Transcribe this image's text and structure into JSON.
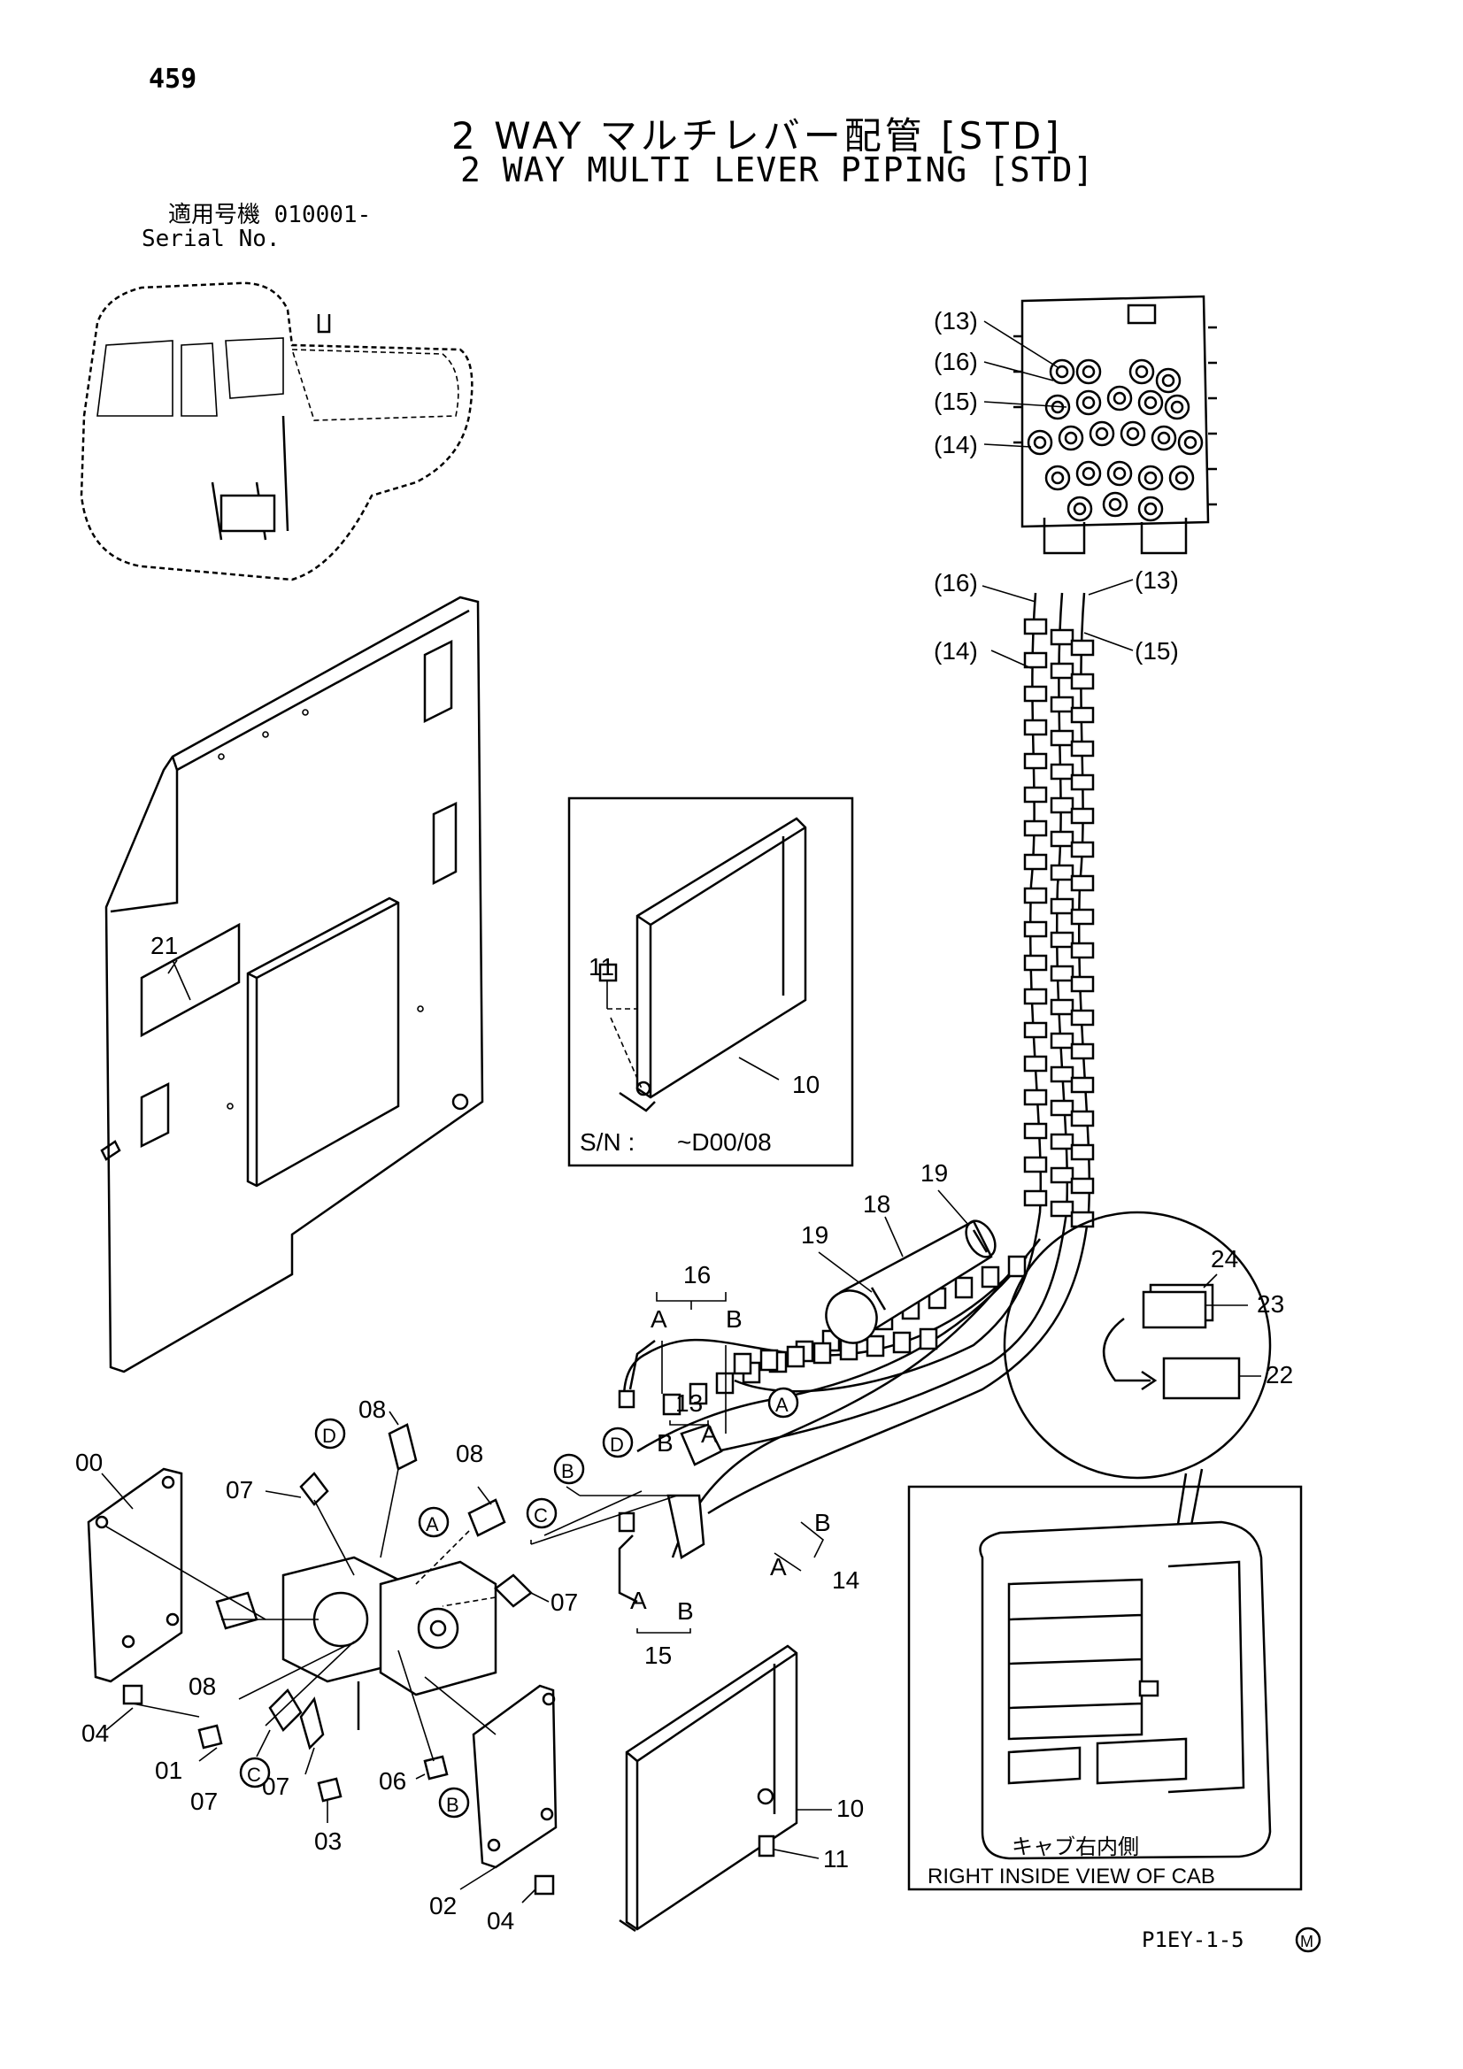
{
  "header": {
    "page_number": "459",
    "title_jp": "2 WAY マルチレバー配管 [STD]",
    "title_en": "2 WAY MULTI LEVER PIPING [STD]",
    "serial_jp": "適用号機 010001-",
    "serial_en": "Serial No."
  },
  "inset_sn": {
    "label": "S/N :",
    "value": "~D00/08"
  },
  "cab_view": {
    "label_jp": "キャブ右内側",
    "label_en": "RIGHT INSIDE VIEW OF CAB"
  },
  "footer": {
    "code": "P1EY-1-5",
    "mark": "M"
  },
  "callouts": {
    "c13_top": "(13)",
    "c16_top": "(16)",
    "c15_top": "(15)",
    "c14_top": "(14)",
    "c16_mid": "(16)",
    "c13_mid": "(13)",
    "c14_mid": "(14)",
    "c15_mid": "(15)",
    "p21": "21",
    "p11_inset": "11",
    "p10_inset": "10",
    "p19a": "19",
    "p18": "18",
    "p19b": "19",
    "p24": "24",
    "p23": "23",
    "p22": "22",
    "p16": "16",
    "p13": "13",
    "p14": "14",
    "p15": "15",
    "pA1": "A",
    "pB1": "B",
    "pB2": "B",
    "pA2": "A",
    "pA3": "A",
    "pB3": "B",
    "pA4": "A",
    "pB4": "B",
    "circ_D1": "D",
    "circ_A1": "A",
    "circ_B1": "B",
    "circ_C1": "C",
    "circ_D2": "D",
    "circ_A2": "A",
    "circ_C2": "C",
    "circ_B2": "B",
    "p00": "00",
    "p07a": "07",
    "p08a": "08",
    "p08b": "08",
    "p07b": "07",
    "p08c": "08",
    "p04a": "04",
    "p01": "01",
    "p07c": "07",
    "p07d": "07",
    "p03": "03",
    "p06": "06",
    "p02": "02",
    "p04b": "04",
    "p10": "10",
    "p11": "11"
  }
}
